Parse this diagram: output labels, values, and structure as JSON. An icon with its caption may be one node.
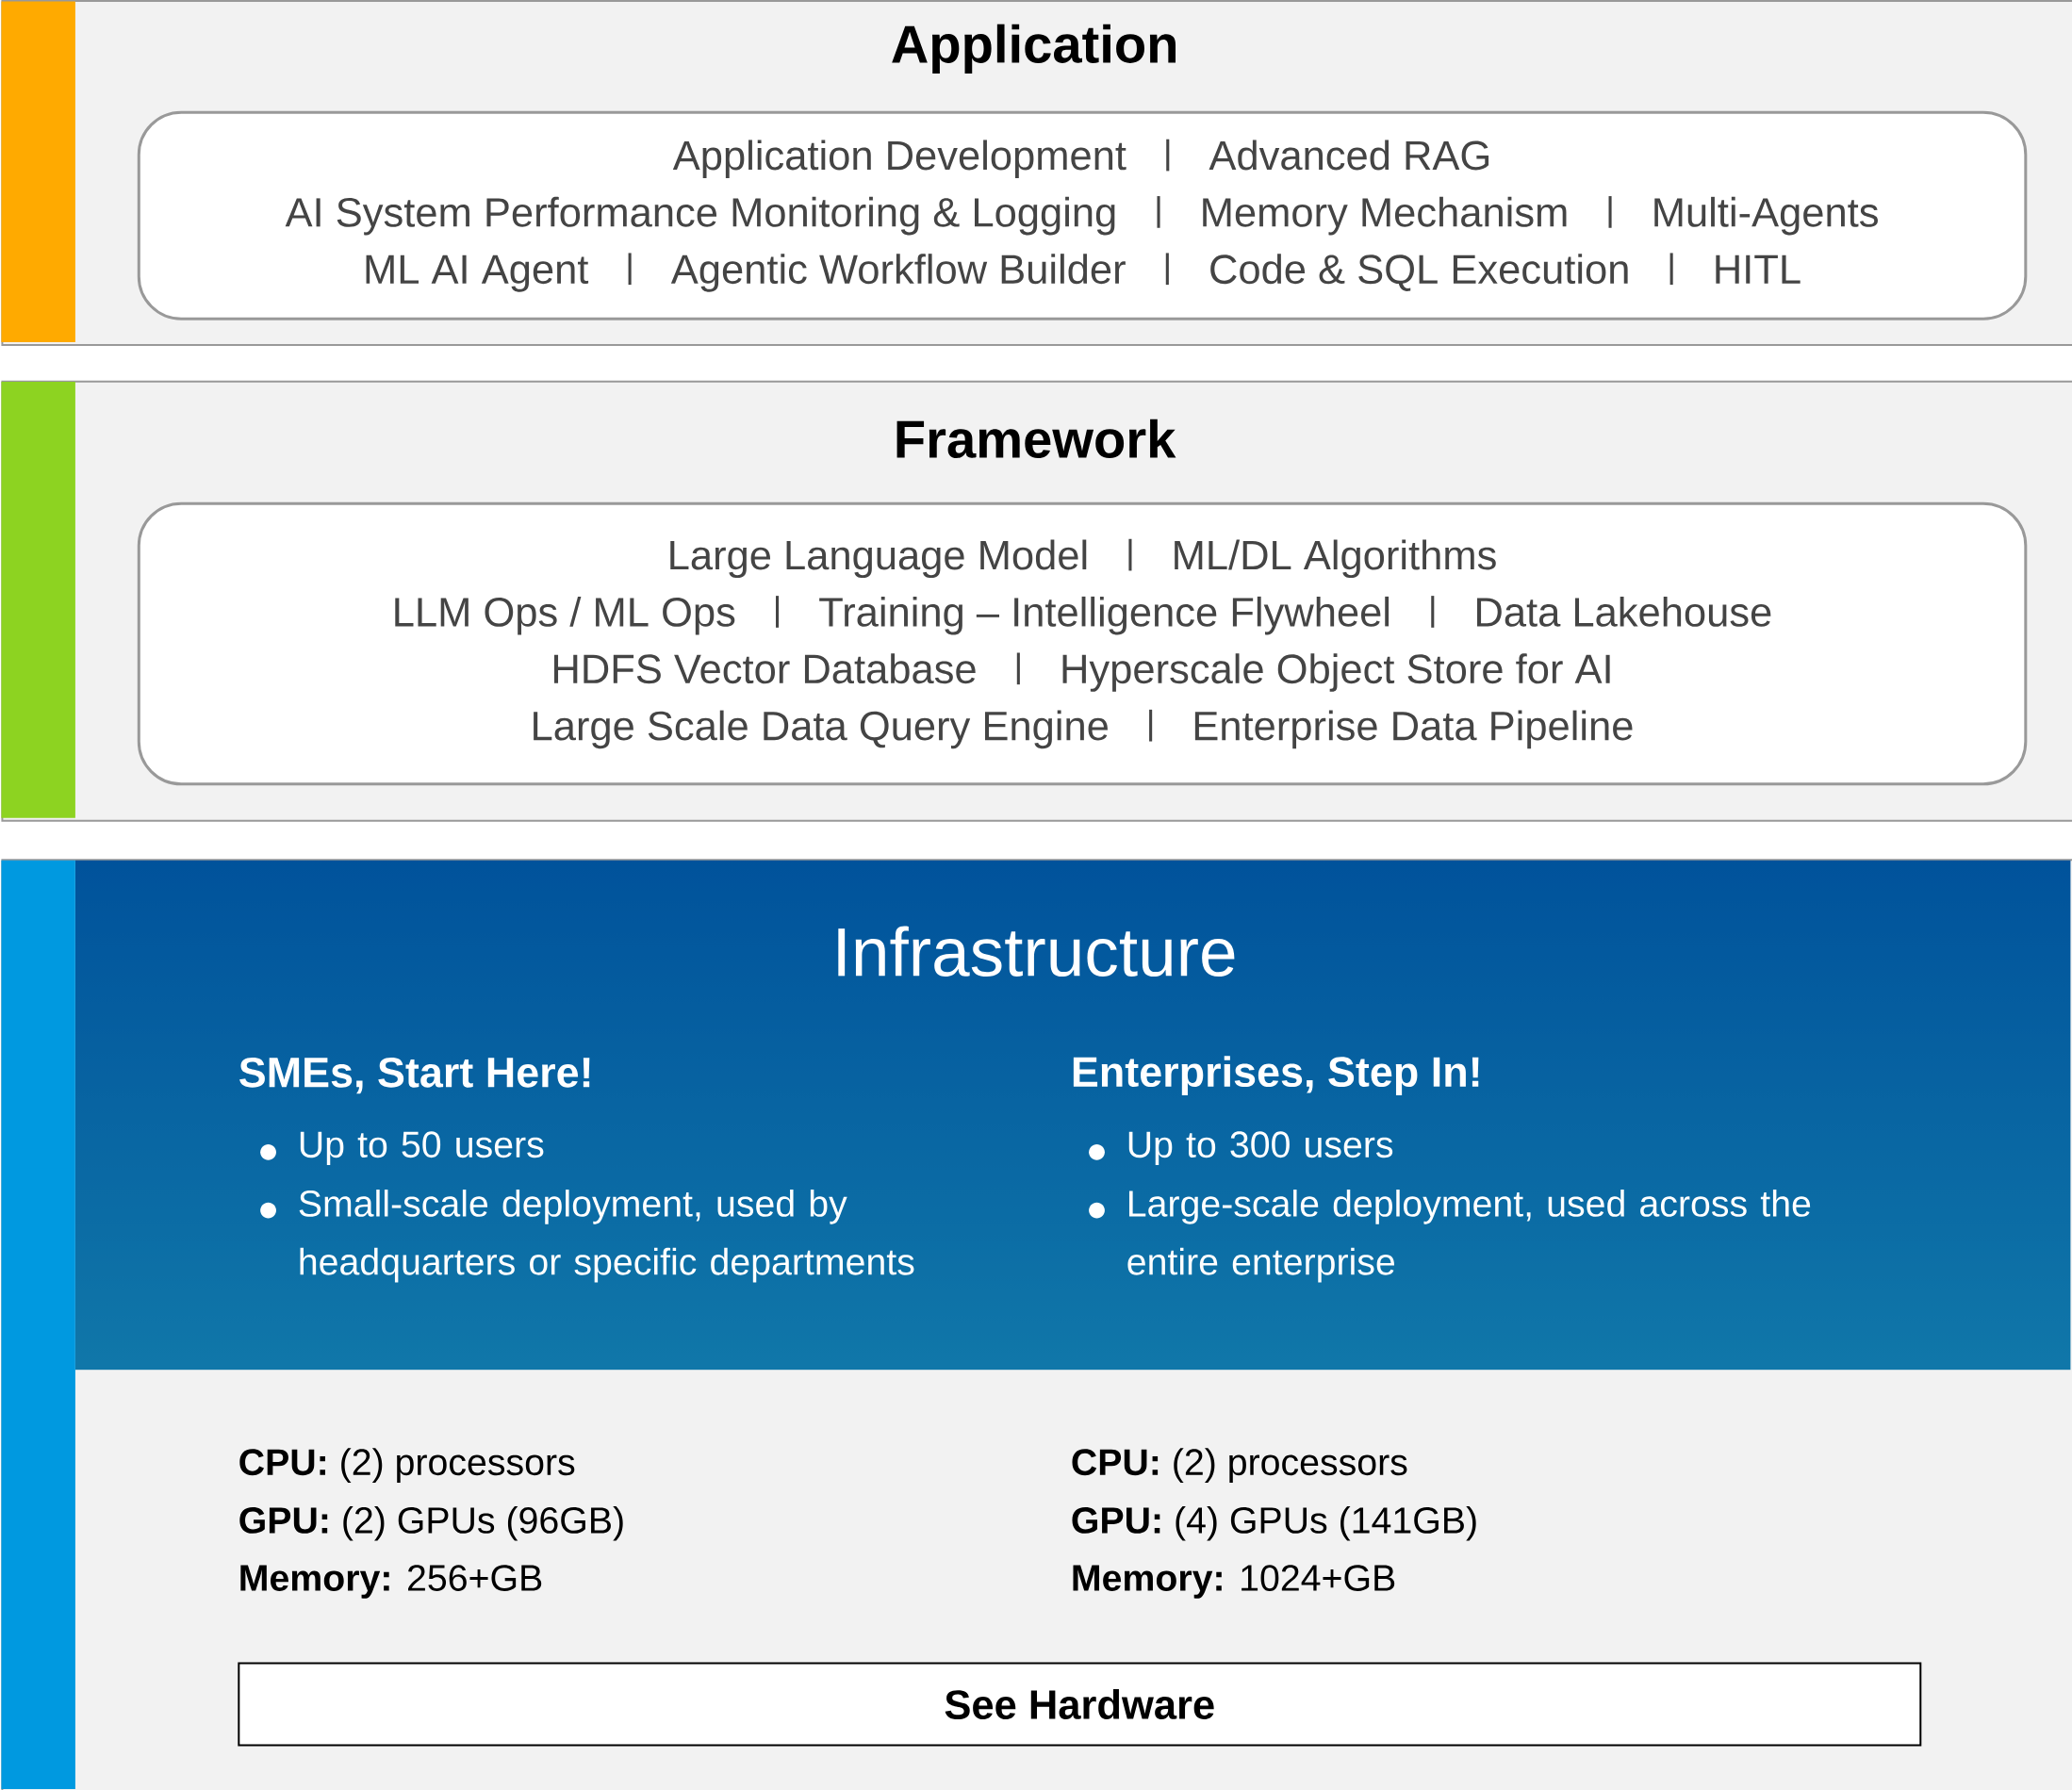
{
  "diagram": {
    "nodes": [
      {
        "text": [
          "Application"
        ]
      },
      {
        "text": [
          "Application Development",
          "Advanced RAG",
          "AI System Performance Monitoring & Logging",
          "Memory Mechanism",
          "Multi-Agents",
          "ML AI Agent",
          "Agentic Workflow Builder",
          "Code & SQL Execution",
          "HITL"
        ],
        "in": 0
      },
      {
        "text": [
          "Framework"
        ]
      },
      {
        "text": [
          "Large Language Model",
          "ML/DL Algorithms",
          "LLM Ops / ML Ops",
          "Training – Intelligence Flywheel",
          "Data Lakehouse",
          "HDFS Vector Database",
          "Hyperscale Object Store for AI",
          "Large Scale Data Query Engine",
          "Enterprise Data Pipeline"
        ],
        "in": 2
      },
      {
        "text": [
          "Infrastructure",
          "SMEs, Start Here!",
          "Up to 50 users",
          "Small-scale deployment, used by headquarters or specific departments",
          "Enterprises, Step In!",
          "Up to 300 users",
          "Large-scale deployment, used across the entire enterprise"
        ]
      },
      {
        "text": [
          "See Hardware"
        ],
        "in": 4
      }
    ],
    "labels": [
      "**CPU:** (2) processors",
      "**GPU:** (2) GPUs (96GB)",
      "**Memory:** 256+GB",
      "**CPU:** (2) processors",
      "**GPU:** (4) GPUs (141GB)",
      "**Memory:** 1024+GB"
    ]
  }
}
